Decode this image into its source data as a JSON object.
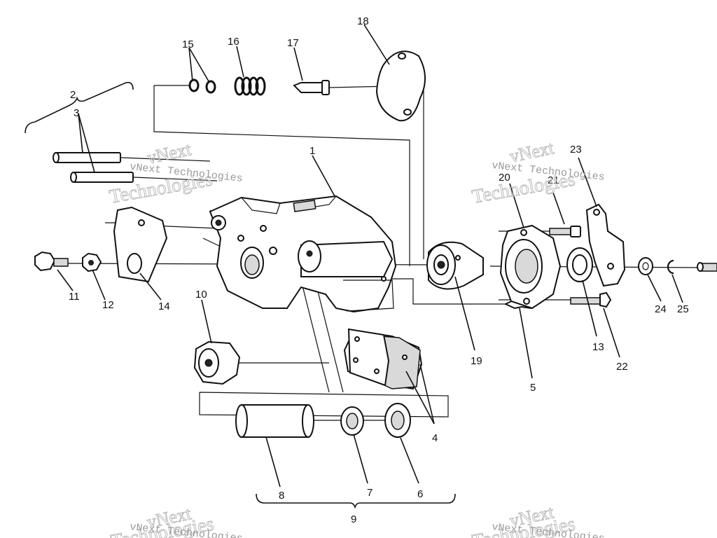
{
  "diagram": {
    "callouts": [
      {
        "id": "c1",
        "text": "1"
      },
      {
        "id": "c2",
        "text": "2"
      },
      {
        "id": "c3",
        "text": "3"
      },
      {
        "id": "c4",
        "text": "4"
      },
      {
        "id": "c5",
        "text": "5"
      },
      {
        "id": "c6",
        "text": "6"
      },
      {
        "id": "c7",
        "text": "7"
      },
      {
        "id": "c8",
        "text": "8"
      },
      {
        "id": "c9",
        "text": "9"
      },
      {
        "id": "c10",
        "text": "10"
      },
      {
        "id": "c11",
        "text": "11"
      },
      {
        "id": "c12",
        "text": "12"
      },
      {
        "id": "c13",
        "text": "13"
      },
      {
        "id": "c14",
        "text": "14"
      },
      {
        "id": "c15",
        "text": "15"
      },
      {
        "id": "c16",
        "text": "16"
      },
      {
        "id": "c17",
        "text": "17"
      },
      {
        "id": "c18",
        "text": "18"
      },
      {
        "id": "c19",
        "text": "19"
      },
      {
        "id": "c20",
        "text": "20"
      },
      {
        "id": "c21",
        "text": "21"
      },
      {
        "id": "c22",
        "text": "22"
      },
      {
        "id": "c23",
        "text": "23"
      },
      {
        "id": "c24",
        "text": "24"
      },
      {
        "id": "c25",
        "text": "25"
      }
    ]
  },
  "watermark": {
    "line1": "vNext",
    "line2": "Technologies",
    "caption": "vNext Technologies"
  }
}
